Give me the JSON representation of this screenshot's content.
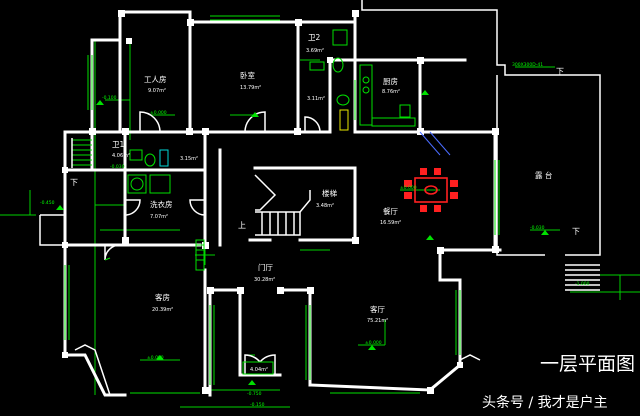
{
  "rooms": {
    "worker": {
      "name": "工人房",
      "area": "9.07m²"
    },
    "bedroom": {
      "name": "卧室",
      "area": "13.79m²"
    },
    "wc2": {
      "name": "卫2",
      "area": "3.69m²"
    },
    "toilet_area": {
      "area": "3.11m²"
    },
    "kitchen": {
      "name": "厨房",
      "area": "8.76m²"
    },
    "wc1": {
      "name": "卫1",
      "area": "4.06m²"
    },
    "corridor": {
      "area": "3.15m²"
    },
    "laundry": {
      "name": "洗衣房",
      "area": "7.07m²"
    },
    "stairs": {
      "name": "楼梯",
      "area": "3.48m²"
    },
    "dining": {
      "name": "餐厅",
      "area": "16.59m²"
    },
    "balcony": {
      "name": "露 台"
    },
    "foyer": {
      "name": "门厅",
      "area": "30.28m²"
    },
    "guest": {
      "name": "客房",
      "area": "20.39m²"
    },
    "living": {
      "name": "客厅",
      "area": "75.21m²"
    },
    "porch": {
      "area": "4.04m²"
    }
  },
  "levels": {
    "worker": "-0.100",
    "bedroom": "±0.000",
    "left_wc": "-0.030",
    "laundry": "-0.450",
    "dining": "±0.000",
    "guest": "±0.000",
    "living": "±0.000",
    "porch": "-0.750",
    "balcony": "-0.030",
    "bottom": "-0.150",
    "east": "-1.000"
  },
  "direction_labels": {
    "down_left": "下",
    "up_stair": "上",
    "down_right": "下",
    "down_east": "下"
  },
  "annotation_top_right": "300X300D-41",
  "plan_title": "一层平面图",
  "watermark": "头条号 / 我才是户主"
}
